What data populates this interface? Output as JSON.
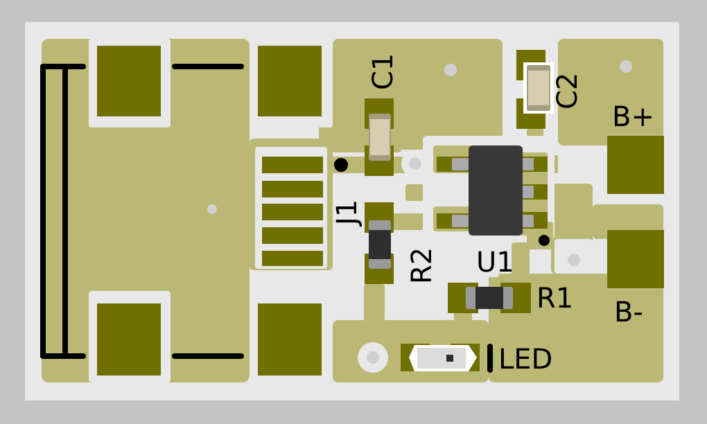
{
  "board": {
    "colors": {
      "background": "#c4c4c4",
      "substrate": "#e8e8e8",
      "copper_fill": "#bab874",
      "pad": "#706f00",
      "silkscreen": "#000000",
      "drill": "#d0d0d0",
      "ic_body": "#383838",
      "ic_pin": "#aaaaaa",
      "cap_body": "#d8cdb0",
      "res_body": "#2e2e2e",
      "led_body": "#dcdcdc"
    },
    "labels": {
      "c1": "C1",
      "c2": "C2",
      "bplus": "B+",
      "bminus": "B-",
      "j1": "J1",
      "r2": "R2",
      "u1": "U1",
      "r1": "R1",
      "led": "LED"
    },
    "components": [
      {
        "ref": "J1",
        "type": "usb-connector"
      },
      {
        "ref": "C1",
        "type": "capacitor"
      },
      {
        "ref": "C2",
        "type": "capacitor"
      },
      {
        "ref": "U1",
        "type": "sot23-5-ic"
      },
      {
        "ref": "R1",
        "type": "resistor"
      },
      {
        "ref": "R2",
        "type": "resistor"
      },
      {
        "ref": "LED",
        "type": "led"
      }
    ]
  }
}
